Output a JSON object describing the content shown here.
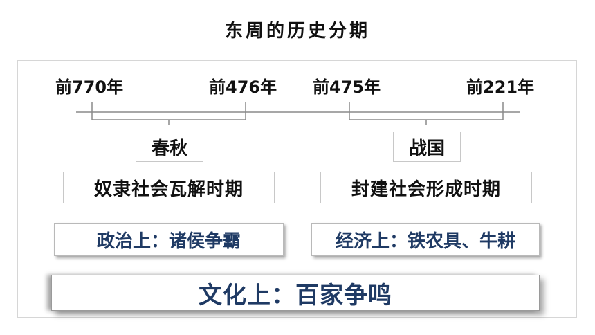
{
  "title": "东周的历史分期",
  "timeline": {
    "dates": [
      "前770年",
      "前476年",
      "前475年",
      "前221年"
    ]
  },
  "periods": {
    "chunqiu": {
      "name": "春秋",
      "stage": "奴隶社会瓦解时期",
      "feature": "政治上：诸侯争霸"
    },
    "zhanguo": {
      "name": "战国",
      "stage": "封建社会形成时期",
      "feature": "经济上：铁农具、牛耕"
    }
  },
  "culture": "文化上：百家争鸣"
}
